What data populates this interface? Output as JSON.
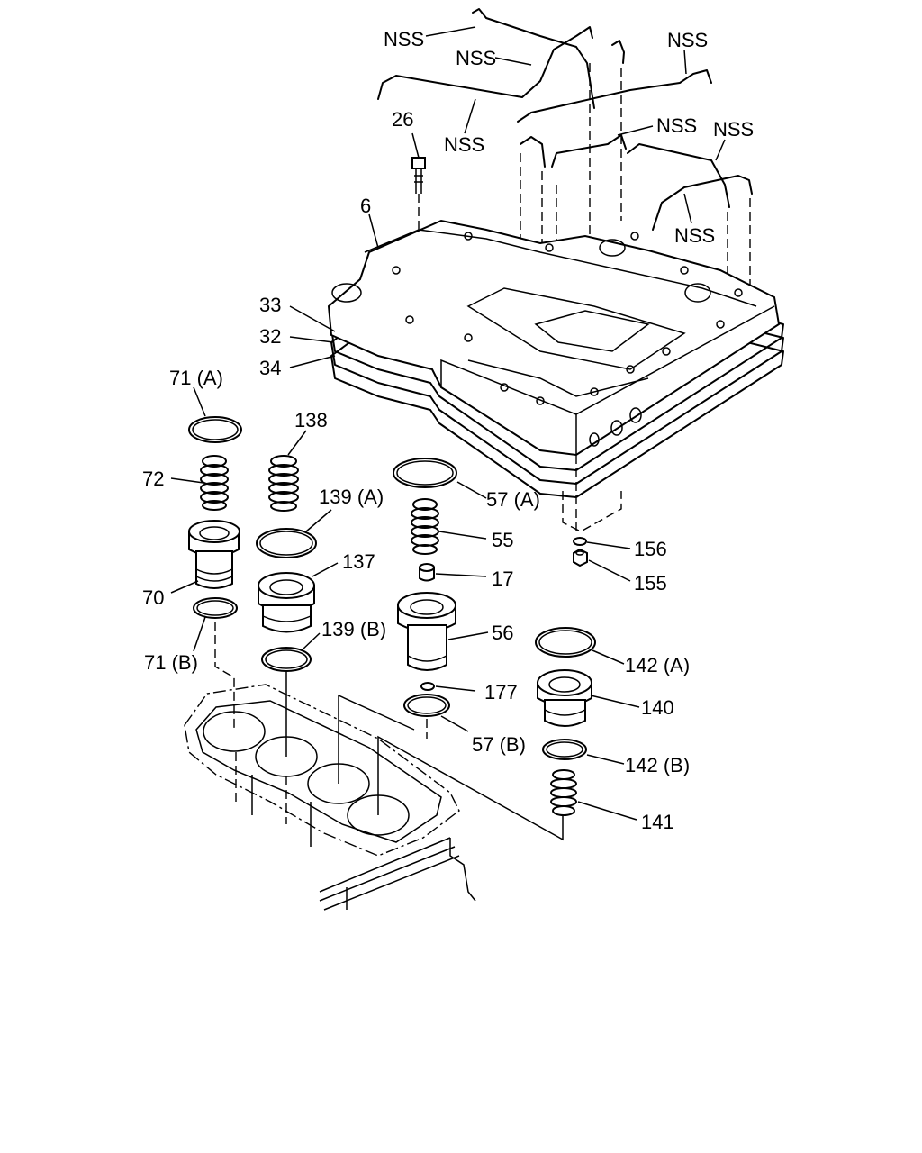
{
  "labels": {
    "nss_1": "NSS",
    "nss_2": "NSS",
    "nss_3": "NSS",
    "nss_4": "NSS",
    "nss_5": "NSS",
    "nss_6": "NSS",
    "nss_7": "NSS",
    "p26": "26",
    "p6": "6",
    "p33": "33",
    "p32": "32",
    "p34": "34",
    "p71a": "71 (A)",
    "p72": "72",
    "p70": "70",
    "p71b": "71 (B)",
    "p138": "138",
    "p139a": "139 (A)",
    "p137": "137",
    "p139b": "139 (B)",
    "p57a": "57 (A)",
    "p55": "55",
    "p17": "17",
    "p56": "56",
    "p177": "177",
    "p57b": "57 (B)",
    "p156": "156",
    "p155": "155",
    "p142a": "142 (A)",
    "p140": "140",
    "p142b": "142 (B)",
    "p141": "141"
  }
}
